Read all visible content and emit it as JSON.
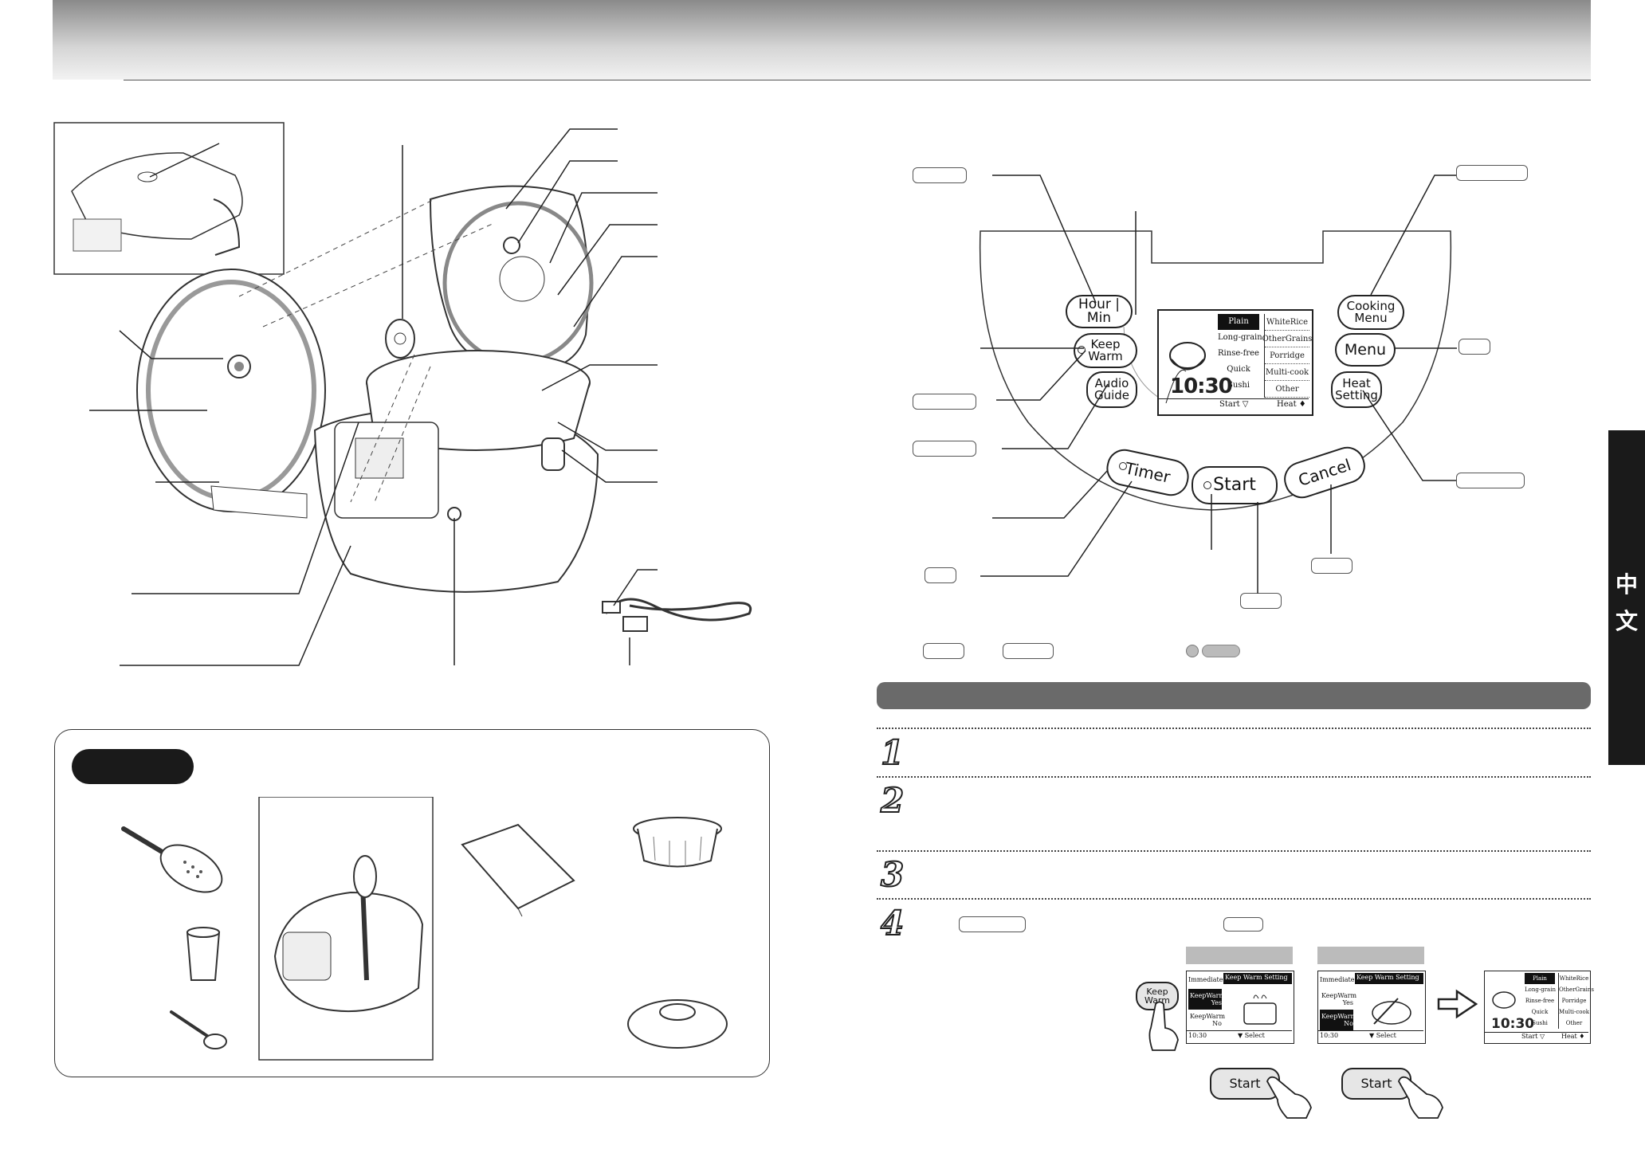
{
  "panel": {
    "btn_hour_min": "Hour | Min",
    "btn_keep_warm": "Keep Warm",
    "btn_audio_guide": "Audio Guide",
    "btn_timer": "Timer",
    "btn_start": "Start",
    "btn_cancel": "Cancel",
    "btn_cooking_menu": "Cooking Menu",
    "btn_menu": "Menu",
    "btn_heat_setting": "Heat Setting"
  },
  "lcd": {
    "left_items": [
      "Plain",
      "Long-grain",
      "Rinse-free",
      "Quick",
      "Sushi"
    ],
    "right_items": [
      "WhiteRice",
      "OtherGrains",
      "Porridge",
      "Multi-cook",
      "Other"
    ],
    "time": "10:30",
    "start_label": "Start ▽",
    "heat_label": "Heat ♦"
  },
  "side_tab": {
    "line1": "中",
    "line2": "文"
  },
  "steps": [
    "1",
    "2",
    "3",
    "4"
  ],
  "step4": {
    "screen1": {
      "immediate": "Immediate",
      "header": "Keep Warm Setting",
      "kw_yes": "KeepWarm Yes",
      "kw_no": "KeepWarm No",
      "time": "10:30",
      "select": "▼ Select"
    },
    "screen2": {
      "immediate": "Immediate",
      "header": "Keep Warm Setting",
      "kw_yes": "KeepWarm Yes",
      "kw_no": "KeepWarm No",
      "time": "10:30",
      "select": "▼ Select"
    },
    "result_time": "10:30",
    "result_start": "Start ▽",
    "result_heat": "Heat ♦",
    "result_left": [
      "Plain",
      "Long-grain",
      "Rinse-free",
      "Quick",
      "Sushi"
    ],
    "result_right": [
      "WhiteRice",
      "OtherGrains",
      "Porridge",
      "Multi-cook",
      "Other"
    ],
    "press_keep_warm": "Keep Warm",
    "press_start_1": "Start",
    "press_start_2": "Start"
  }
}
